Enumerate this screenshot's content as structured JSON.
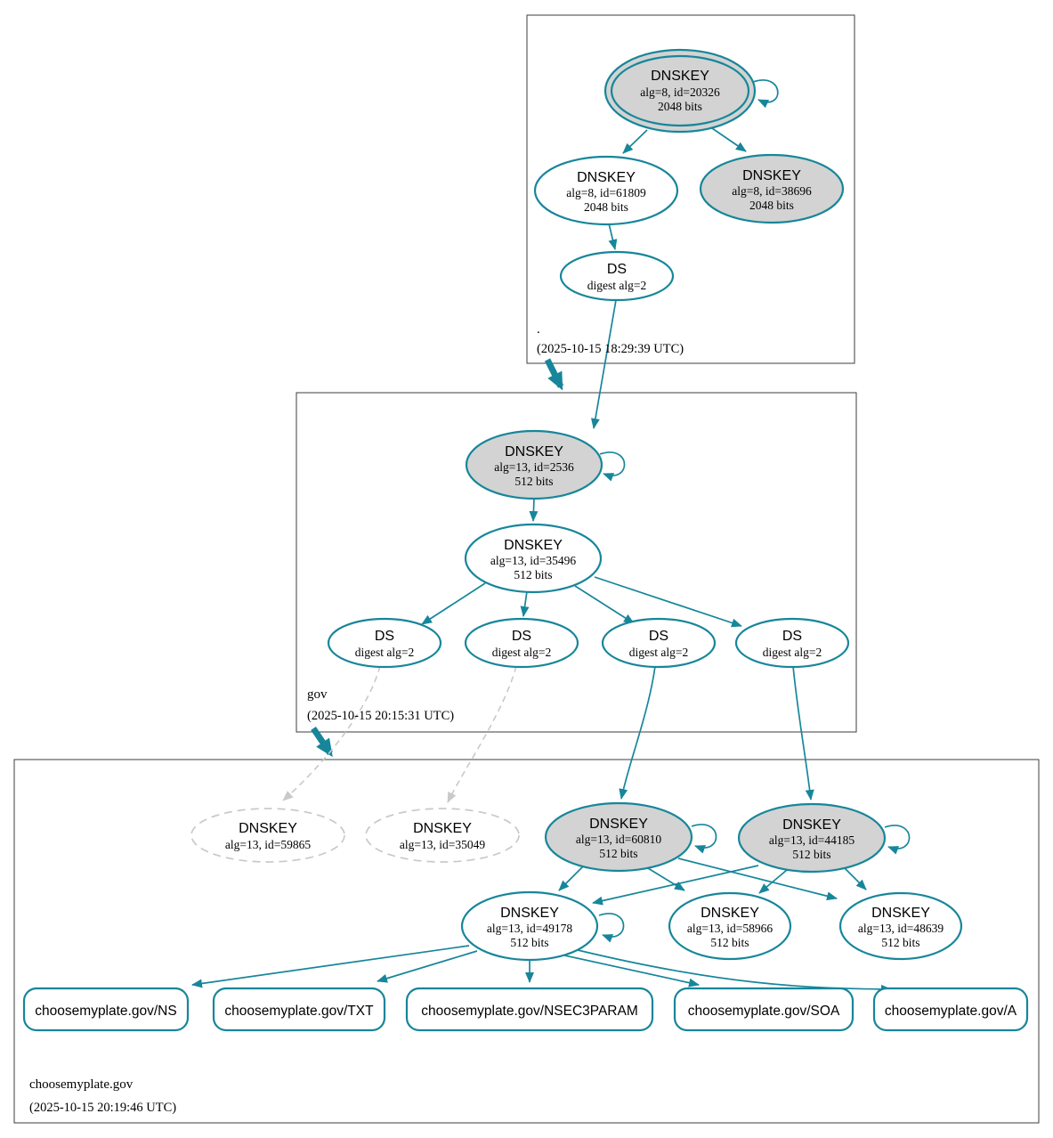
{
  "colors": {
    "teal": "#17869a",
    "grayfill": "#d3d3d3",
    "dashed": "#c9c9c9",
    "boxborder": "#3d3d3d"
  },
  "zones": {
    "root": {
      "name": ".",
      "timestamp": "(2025-10-15 18:29:39 UTC)"
    },
    "gov": {
      "name": "gov",
      "timestamp": "(2025-10-15 20:15:31 UTC)"
    },
    "cmp": {
      "name": "choosemyplate.gov",
      "timestamp": "(2025-10-15 20:19:46 UTC)"
    }
  },
  "nodes": {
    "k20326": {
      "title": "DNSKEY",
      "detail": "alg=8, id=20326",
      "bits": "2048 bits"
    },
    "k61809": {
      "title": "DNSKEY",
      "detail": "alg=8, id=61809",
      "bits": "2048 bits"
    },
    "k38696": {
      "title": "DNSKEY",
      "detail": "alg=8, id=38696",
      "bits": "2048 bits"
    },
    "dsroot": {
      "title": "DS",
      "detail": "digest alg=2"
    },
    "k2536": {
      "title": "DNSKEY",
      "detail": "alg=13, id=2536",
      "bits": "512 bits"
    },
    "k35496": {
      "title": "DNSKEY",
      "detail": "alg=13, id=35496",
      "bits": "512 bits"
    },
    "ds1": {
      "title": "DS",
      "detail": "digest alg=2"
    },
    "ds2": {
      "title": "DS",
      "detail": "digest alg=2"
    },
    "ds3": {
      "title": "DS",
      "detail": "digest alg=2"
    },
    "ds4": {
      "title": "DS",
      "detail": "digest alg=2"
    },
    "k59865": {
      "title": "DNSKEY",
      "detail": "alg=13, id=59865"
    },
    "k35049": {
      "title": "DNSKEY",
      "detail": "alg=13, id=35049"
    },
    "k60810": {
      "title": "DNSKEY",
      "detail": "alg=13, id=60810",
      "bits": "512 bits"
    },
    "k44185": {
      "title": "DNSKEY",
      "detail": "alg=13, id=44185",
      "bits": "512 bits"
    },
    "k49178": {
      "title": "DNSKEY",
      "detail": "alg=13, id=49178",
      "bits": "512 bits"
    },
    "k58966": {
      "title": "DNSKEY",
      "detail": "alg=13, id=58966",
      "bits": "512 bits"
    },
    "k48639": {
      "title": "DNSKEY",
      "detail": "alg=13, id=48639",
      "bits": "512 bits"
    }
  },
  "rrsets": [
    {
      "label": "choosemyplate.gov/NS"
    },
    {
      "label": "choosemyplate.gov/TXT"
    },
    {
      "label": "choosemyplate.gov/NSEC3PARAM"
    },
    {
      "label": "choosemyplate.gov/SOA"
    },
    {
      "label": "choosemyplate.gov/A"
    }
  ]
}
